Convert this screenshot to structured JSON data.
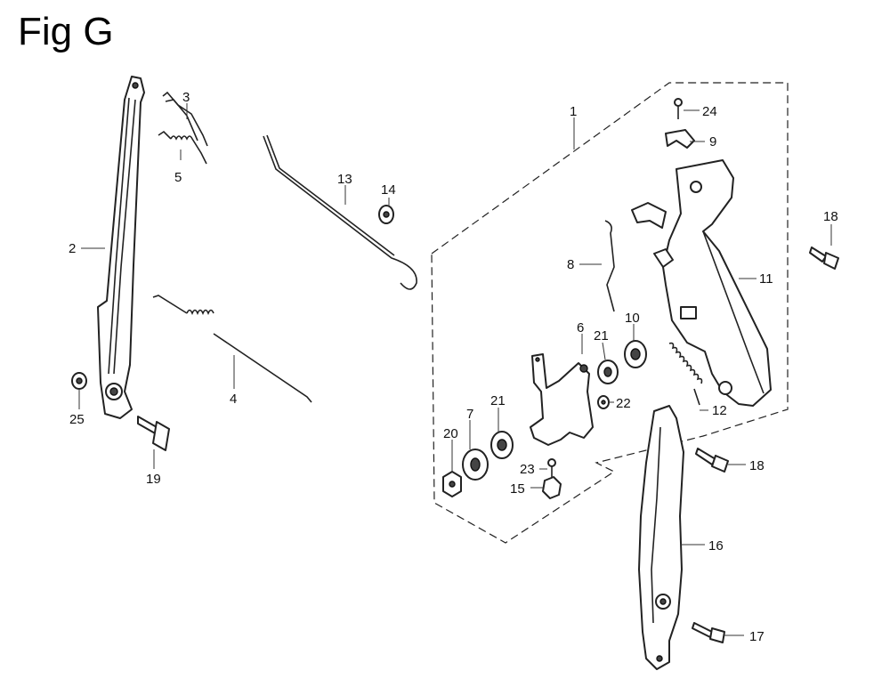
{
  "figure": {
    "title": "Fig G"
  },
  "callouts": [
    {
      "id": "1",
      "text": "1"
    },
    {
      "id": "2",
      "text": "2"
    },
    {
      "id": "3",
      "text": "3"
    },
    {
      "id": "4",
      "text": "4"
    },
    {
      "id": "5",
      "text": "5"
    },
    {
      "id": "6",
      "text": "6"
    },
    {
      "id": "7",
      "text": "7"
    },
    {
      "id": "8",
      "text": "8"
    },
    {
      "id": "9",
      "text": "9"
    },
    {
      "id": "10",
      "text": "10"
    },
    {
      "id": "11",
      "text": "11"
    },
    {
      "id": "12",
      "text": "12"
    },
    {
      "id": "13",
      "text": "13"
    },
    {
      "id": "14",
      "text": "14"
    },
    {
      "id": "15",
      "text": "15"
    },
    {
      "id": "16",
      "text": "16"
    },
    {
      "id": "17",
      "text": "17"
    },
    {
      "id": "18a",
      "text": "18"
    },
    {
      "id": "18b",
      "text": "18"
    },
    {
      "id": "19",
      "text": "19"
    },
    {
      "id": "20",
      "text": "20"
    },
    {
      "id": "21a",
      "text": "21"
    },
    {
      "id": "21b",
      "text": "21"
    },
    {
      "id": "22",
      "text": "22"
    },
    {
      "id": "23",
      "text": "23"
    },
    {
      "id": "24",
      "text": "24"
    },
    {
      "id": "25",
      "text": "25"
    }
  ]
}
